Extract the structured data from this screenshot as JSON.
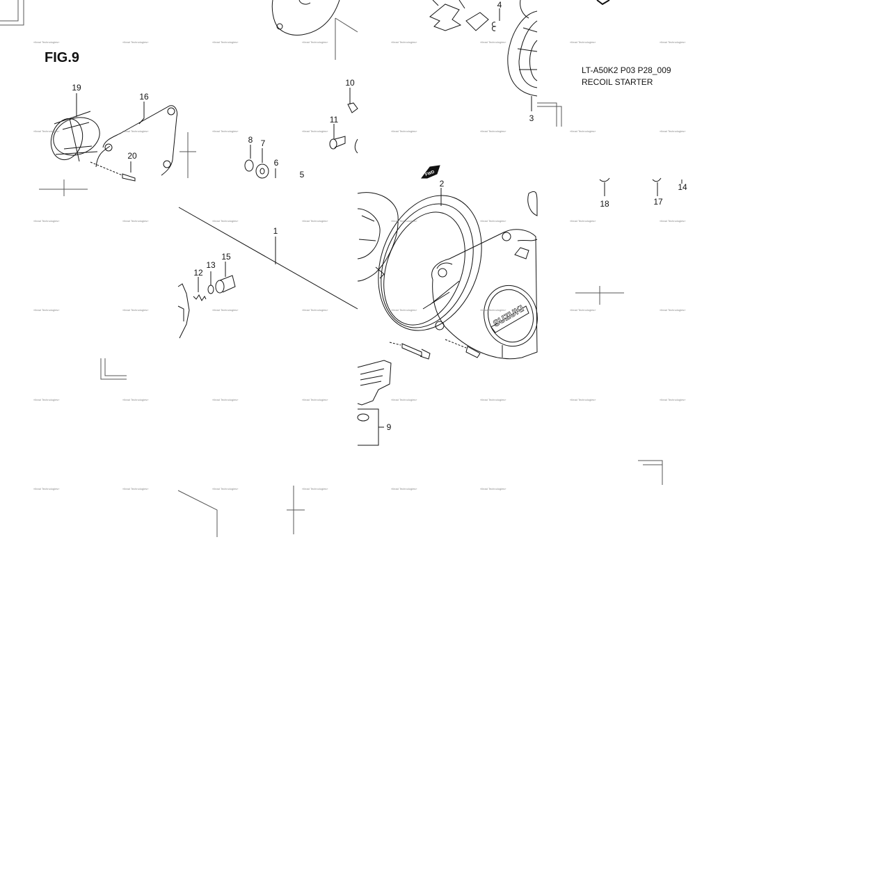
{
  "figure": {
    "label": "FIG.9",
    "model_code": "LT-A50K2 P03 P28_009",
    "section_title": "RECOIL STARTER"
  },
  "callouts": [
    {
      "id": "1",
      "text": "1"
    },
    {
      "id": "2",
      "text": "2"
    },
    {
      "id": "3",
      "text": "3"
    },
    {
      "id": "4",
      "text": "4"
    },
    {
      "id": "5",
      "text": "5"
    },
    {
      "id": "6",
      "text": "6"
    },
    {
      "id": "7",
      "text": "7"
    },
    {
      "id": "8",
      "text": "8"
    },
    {
      "id": "9",
      "text": "9"
    },
    {
      "id": "10",
      "text": "10"
    },
    {
      "id": "11",
      "text": "11"
    },
    {
      "id": "12",
      "text": "12"
    },
    {
      "id": "13",
      "text": "13"
    },
    {
      "id": "14",
      "text": "14"
    },
    {
      "id": "15",
      "text": "15"
    },
    {
      "id": "16",
      "text": "16"
    },
    {
      "id": "17",
      "text": "17"
    },
    {
      "id": "18",
      "text": "18"
    },
    {
      "id": "19",
      "text": "19"
    },
    {
      "id": "20",
      "text": "20"
    }
  ],
  "badges": {
    "fwd": "FWD",
    "brand": "SUZUKI"
  },
  "watermark": "«Ilead Technologies»",
  "colors": {
    "ink": "#111111",
    "watermark": "#888888",
    "background": "#ffffff"
  }
}
